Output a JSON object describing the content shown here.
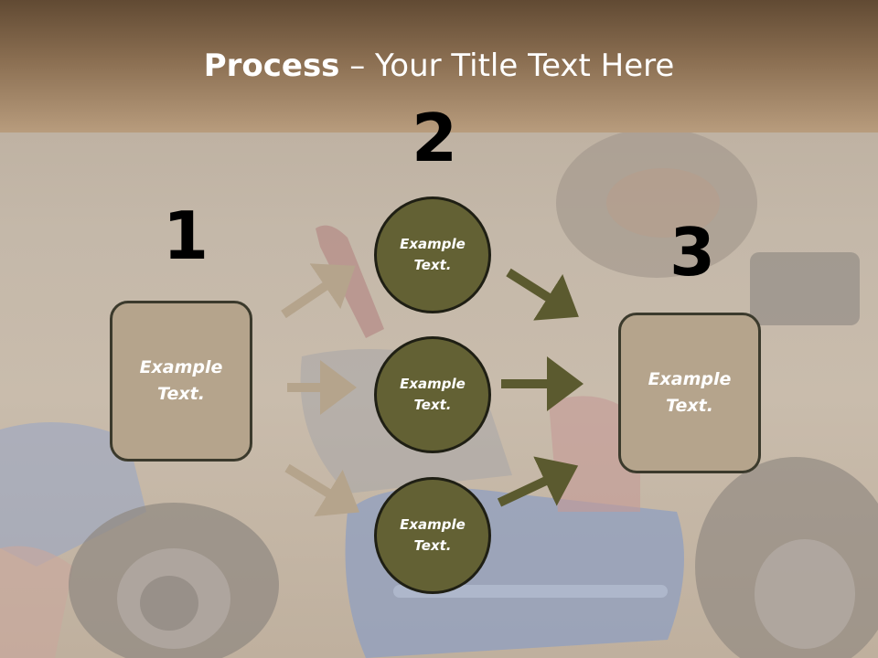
{
  "title": {
    "bold": "Process",
    "rest": " – Your Title Text Here"
  },
  "steps": [
    {
      "number": "1",
      "text": "Example\nText."
    },
    {
      "number": "2",
      "texts": [
        "Example\nText.",
        "Example\nText.",
        "Example\nText."
      ]
    },
    {
      "number": "3",
      "text": "Example\nText."
    }
  ],
  "colors": {
    "title_bar": "#8a6e51",
    "box_fill": "#b5a48c",
    "circle_fill": "#636134",
    "arrow_left": "#b5a48c",
    "arrow_right": "#5b5a2f"
  }
}
